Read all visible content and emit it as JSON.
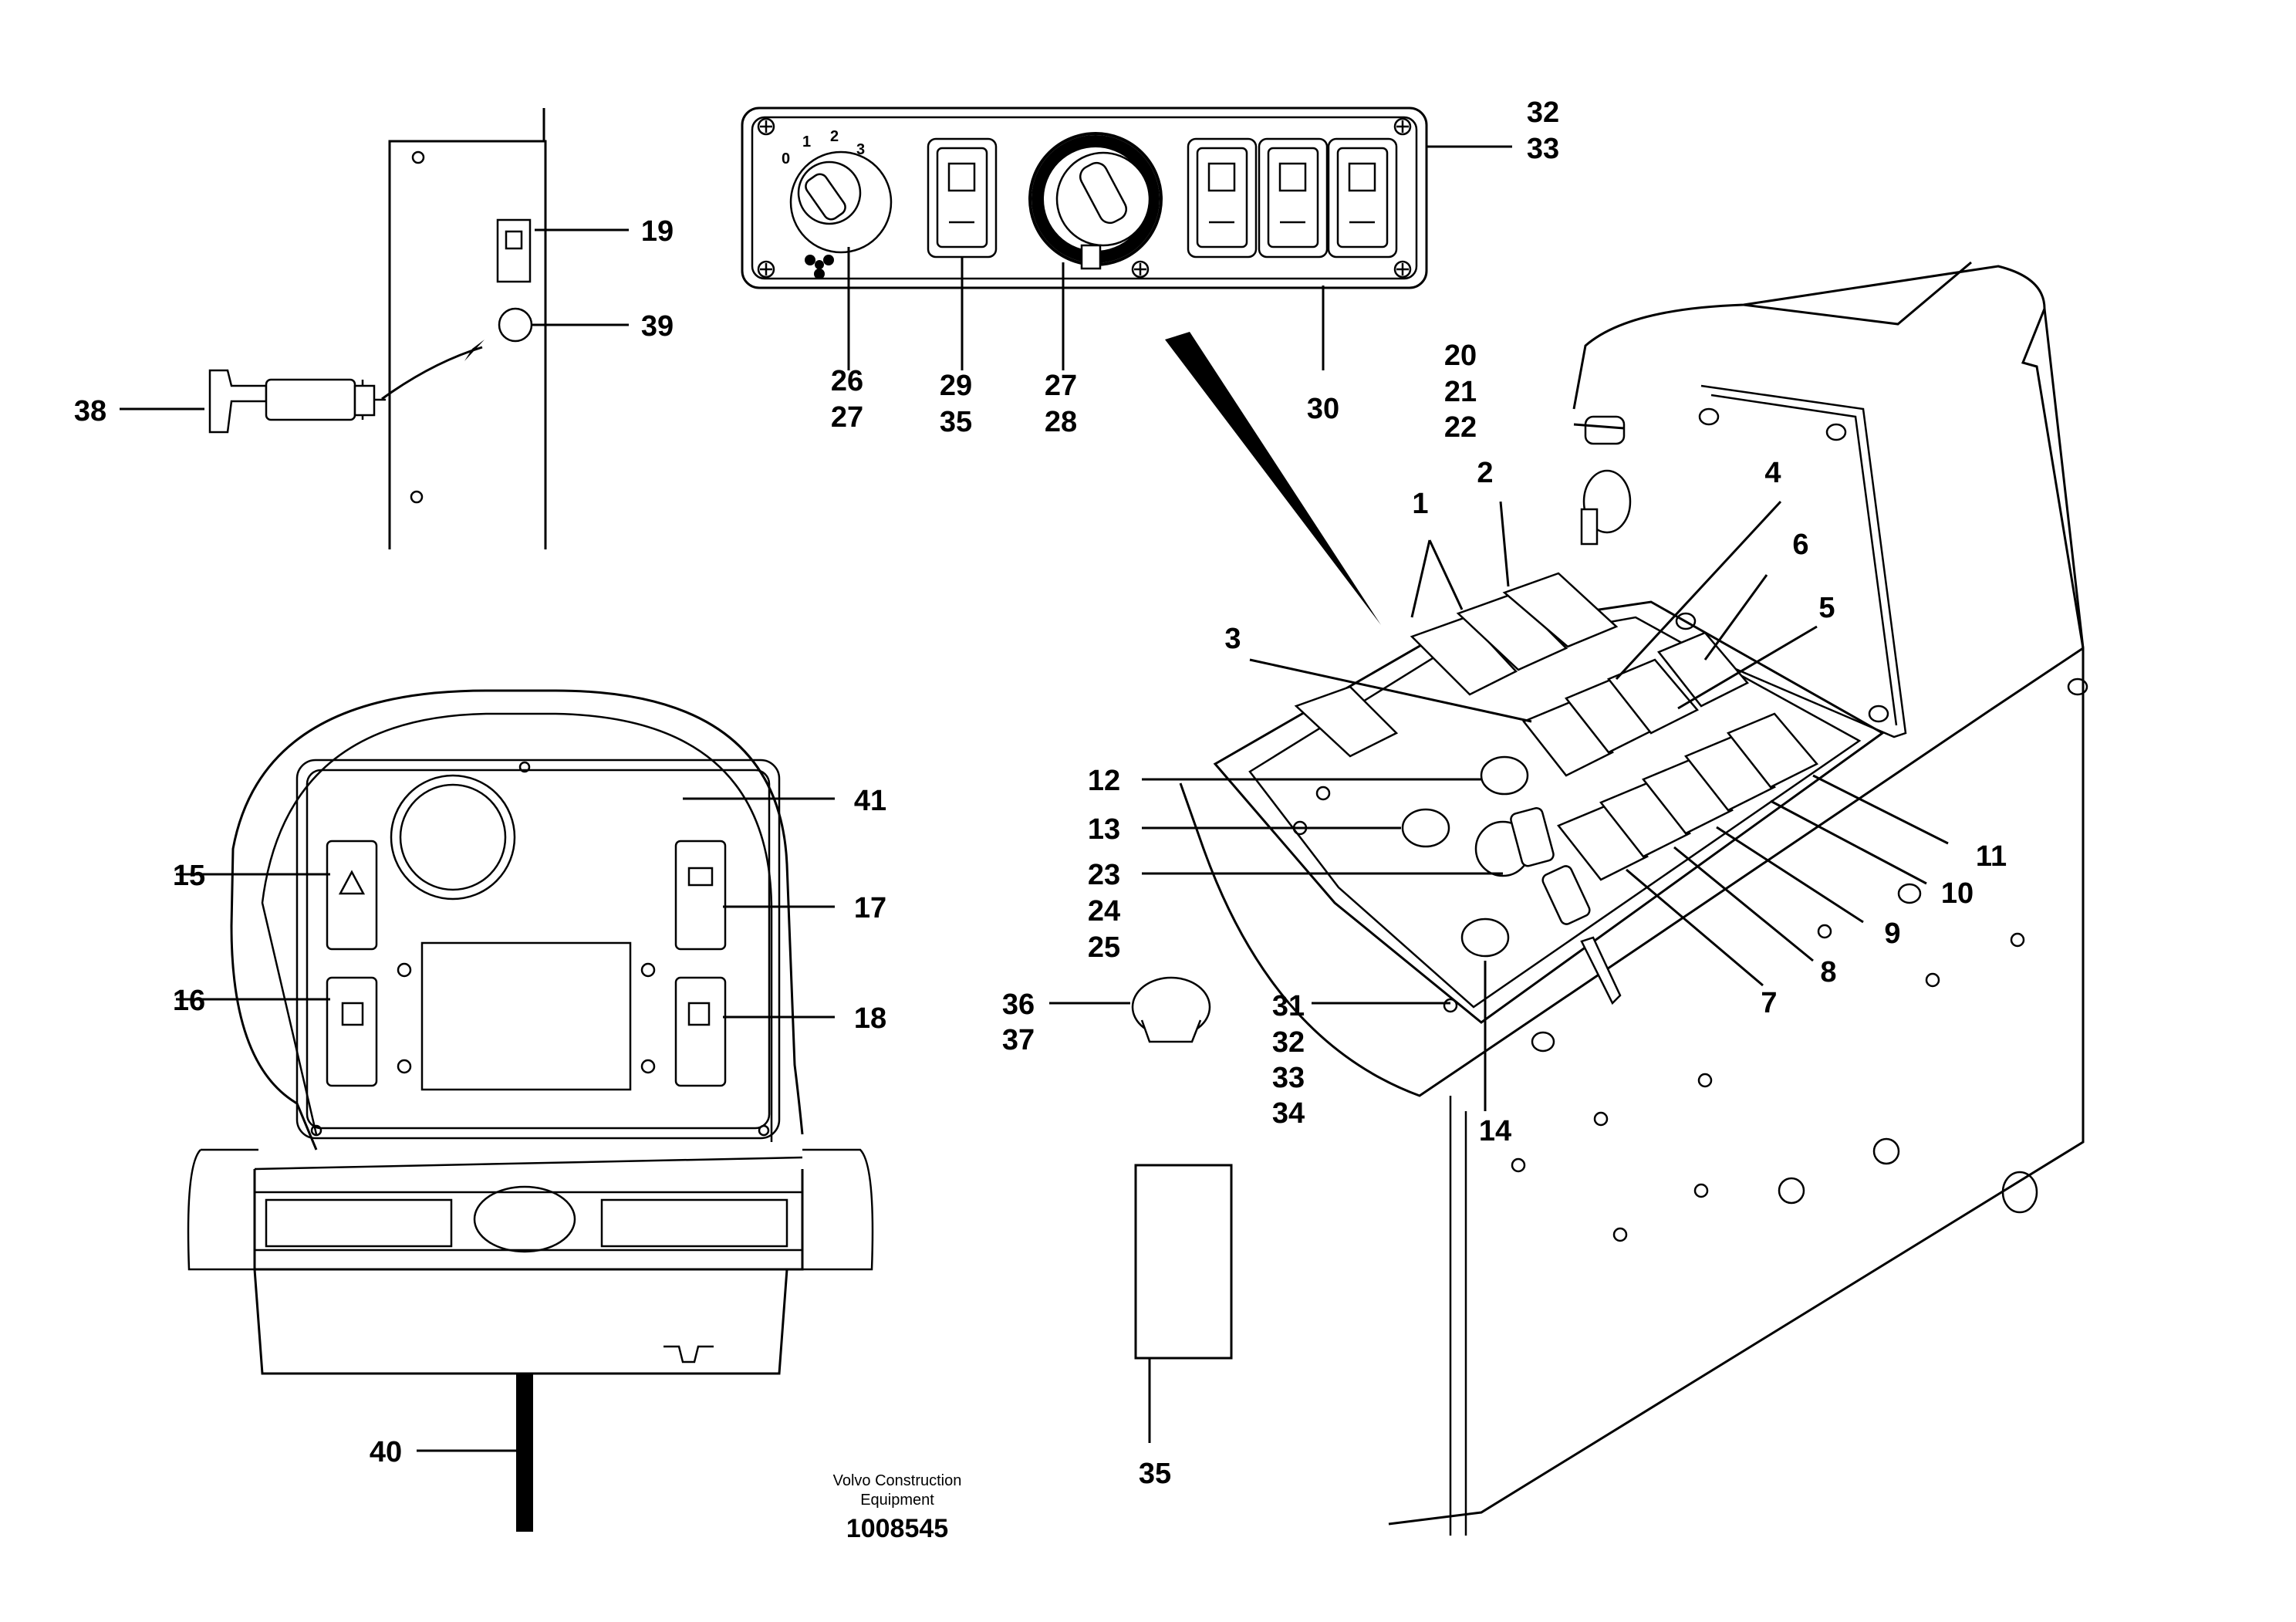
{
  "callouts": [
    {
      "id": "c1",
      "text": "1"
    },
    {
      "id": "c2",
      "text": "2"
    },
    {
      "id": "c3",
      "text": "3"
    },
    {
      "id": "c4",
      "text": "4"
    },
    {
      "id": "c5",
      "text": "5"
    },
    {
      "id": "c6",
      "text": "6"
    },
    {
      "id": "c7",
      "text": "7"
    },
    {
      "id": "c8",
      "text": "8"
    },
    {
      "id": "c9",
      "text": "9"
    },
    {
      "id": "c10",
      "text": "10"
    },
    {
      "id": "c11",
      "text": "11"
    },
    {
      "id": "c12",
      "text": "12"
    },
    {
      "id": "c13",
      "text": "13"
    },
    {
      "id": "c14",
      "text": "14"
    },
    {
      "id": "c15",
      "text": "15"
    },
    {
      "id": "c16",
      "text": "16"
    },
    {
      "id": "c17",
      "text": "17"
    },
    {
      "id": "c18",
      "text": "18"
    },
    {
      "id": "c19",
      "text": "19"
    },
    {
      "id": "c20",
      "text": "20"
    },
    {
      "id": "c21",
      "text": "21"
    },
    {
      "id": "c22",
      "text": "22"
    },
    {
      "id": "c23",
      "text": "23"
    },
    {
      "id": "c24",
      "text": "24"
    },
    {
      "id": "c25",
      "text": "25"
    },
    {
      "id": "c26a",
      "text": "26"
    },
    {
      "id": "c27a",
      "text": "27"
    },
    {
      "id": "c27b",
      "text": "27"
    },
    {
      "id": "c28",
      "text": "28"
    },
    {
      "id": "c29",
      "text": "29"
    },
    {
      "id": "c30",
      "text": "30"
    },
    {
      "id": "c31",
      "text": "31"
    },
    {
      "id": "c32a",
      "text": "32"
    },
    {
      "id": "c32b",
      "text": "32"
    },
    {
      "id": "c33a",
      "text": "33"
    },
    {
      "id": "c33b",
      "text": "33"
    },
    {
      "id": "c34",
      "text": "34"
    },
    {
      "id": "c35a",
      "text": "35"
    },
    {
      "id": "c35b",
      "text": "35"
    },
    {
      "id": "c36",
      "text": "36"
    },
    {
      "id": "c37",
      "text": "37"
    },
    {
      "id": "c38",
      "text": "38"
    },
    {
      "id": "c39",
      "text": "39"
    },
    {
      "id": "c40",
      "text": "40"
    },
    {
      "id": "c41",
      "text": "41"
    }
  ],
  "dial_marks": [
    "0",
    "1",
    "2",
    "3"
  ],
  "footer": {
    "brand_line1": "Volvo Construction",
    "brand_line2": "Equipment",
    "drawing_number": "1008545"
  }
}
